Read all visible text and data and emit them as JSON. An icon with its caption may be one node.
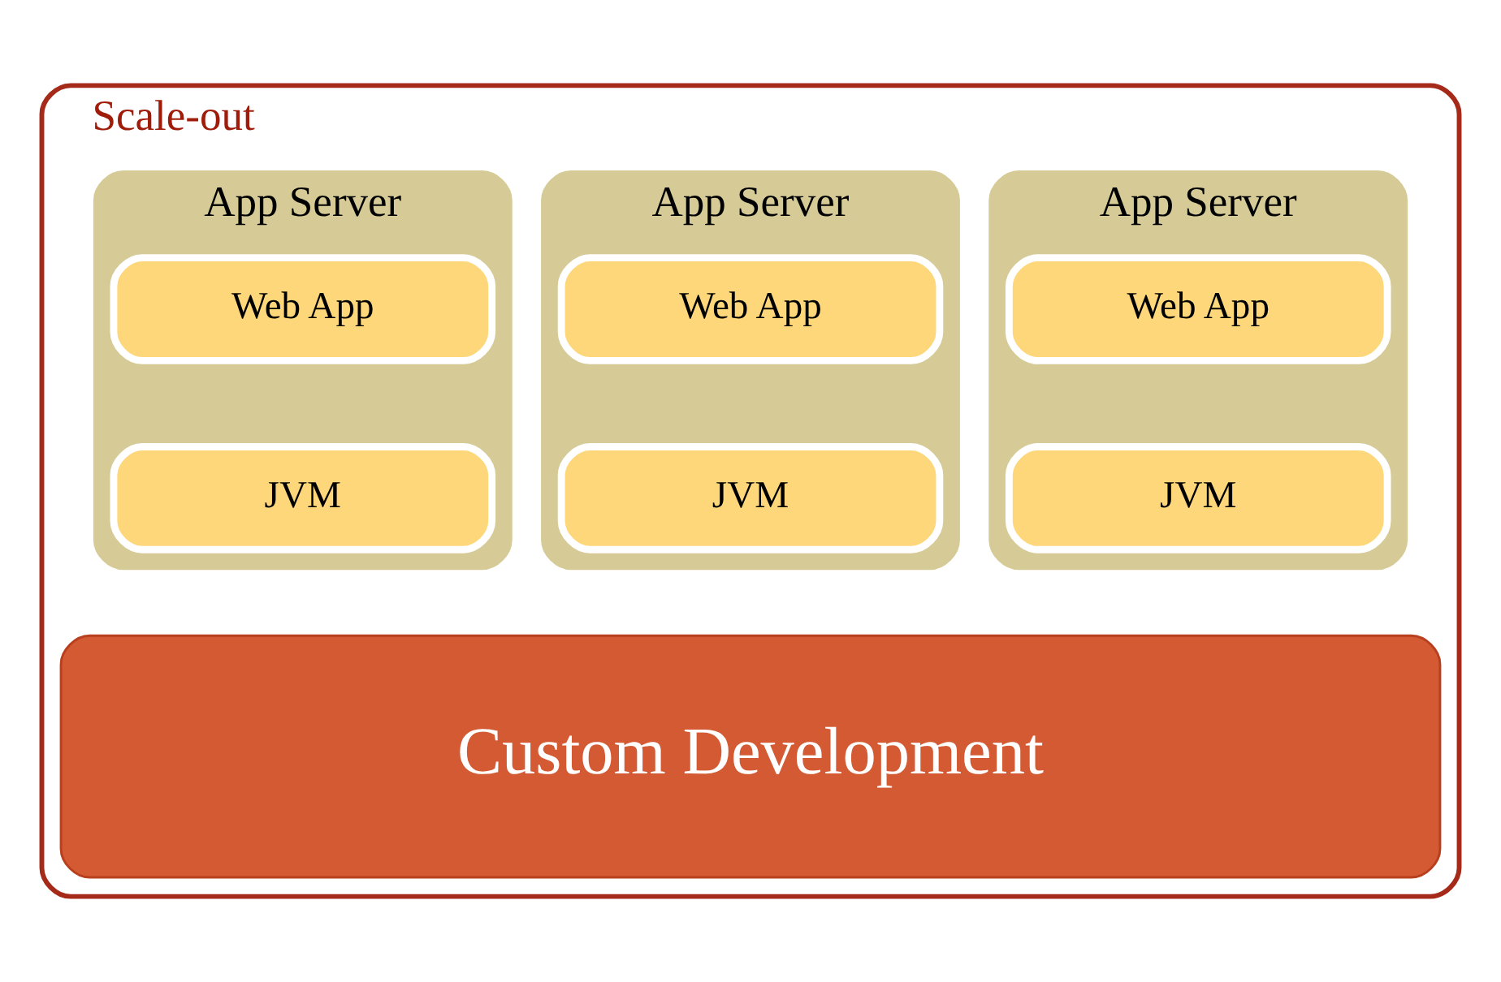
{
  "diagram": {
    "nodes": [
      {
        "text": [
          "Scale-out"
        ]
      },
      {
        "text": [
          "App Server"
        ],
        "in": 0
      },
      {
        "text": [
          "Web App"
        ],
        "in": 1
      },
      {
        "text": [
          "JVM"
        ],
        "in": 1
      },
      {
        "text": [
          "App Server"
        ],
        "in": 0
      },
      {
        "text": [
          "Web App"
        ],
        "in": 4
      },
      {
        "text": [
          "JVM"
        ],
        "in": 4
      },
      {
        "text": [
          "App Server"
        ],
        "in": 0
      },
      {
        "text": [
          "Web App"
        ],
        "in": 7
      },
      {
        "text": [
          "JVM"
        ],
        "in": 7
      },
      {
        "text": [
          "Custom Development"
        ],
        "in": 0
      }
    ]
  }
}
